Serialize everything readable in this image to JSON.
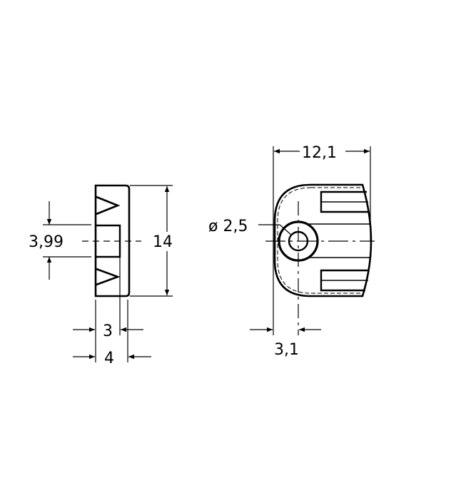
{
  "drawing": {
    "title": "Technical drawing – side and front views",
    "colors": {
      "line": "#000000",
      "background": "#ffffff"
    },
    "side_view": {
      "dimensions": {
        "slot_height": "3,99",
        "height": "14",
        "inner_depth": "3",
        "total_depth": "4"
      }
    },
    "front_view": {
      "dimensions": {
        "width": "12,1",
        "hole_diameter": "ø 2,5",
        "hole_offset": "3,1"
      }
    }
  }
}
